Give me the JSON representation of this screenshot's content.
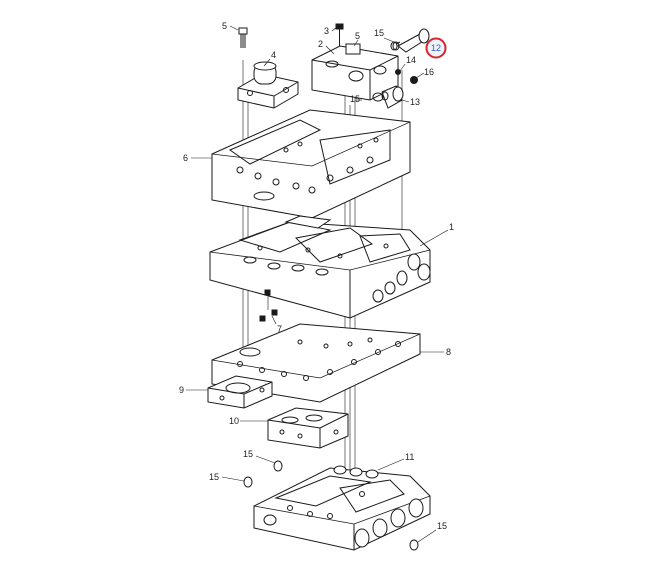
{
  "diagram": {
    "callouts": [
      {
        "id": "c5a",
        "label": "5"
      },
      {
        "id": "c4",
        "label": "4"
      },
      {
        "id": "c3",
        "label": "3"
      },
      {
        "id": "c2",
        "label": "2"
      },
      {
        "id": "c5b",
        "label": "5"
      },
      {
        "id": "c15a",
        "label": "15"
      },
      {
        "id": "c12",
        "label": "12",
        "highlighted": true
      },
      {
        "id": "c14",
        "label": "14"
      },
      {
        "id": "c16",
        "label": "16"
      },
      {
        "id": "c13",
        "label": "13"
      },
      {
        "id": "c15b",
        "label": "15"
      },
      {
        "id": "c6",
        "label": "6"
      },
      {
        "id": "c1",
        "label": "1"
      },
      {
        "id": "c7",
        "label": "7"
      },
      {
        "id": "c8",
        "label": "8"
      },
      {
        "id": "c9",
        "label": "9"
      },
      {
        "id": "c10",
        "label": "10"
      },
      {
        "id": "c15c",
        "label": "15"
      },
      {
        "id": "c11",
        "label": "11"
      },
      {
        "id": "c15d",
        "label": "15"
      },
      {
        "id": "c15e",
        "label": "15"
      }
    ],
    "colors": {
      "line": "#1a1a1a",
      "highlight_ring": "#d9232d",
      "highlight_text": "#2f5fb8",
      "background": "#ffffff"
    }
  }
}
